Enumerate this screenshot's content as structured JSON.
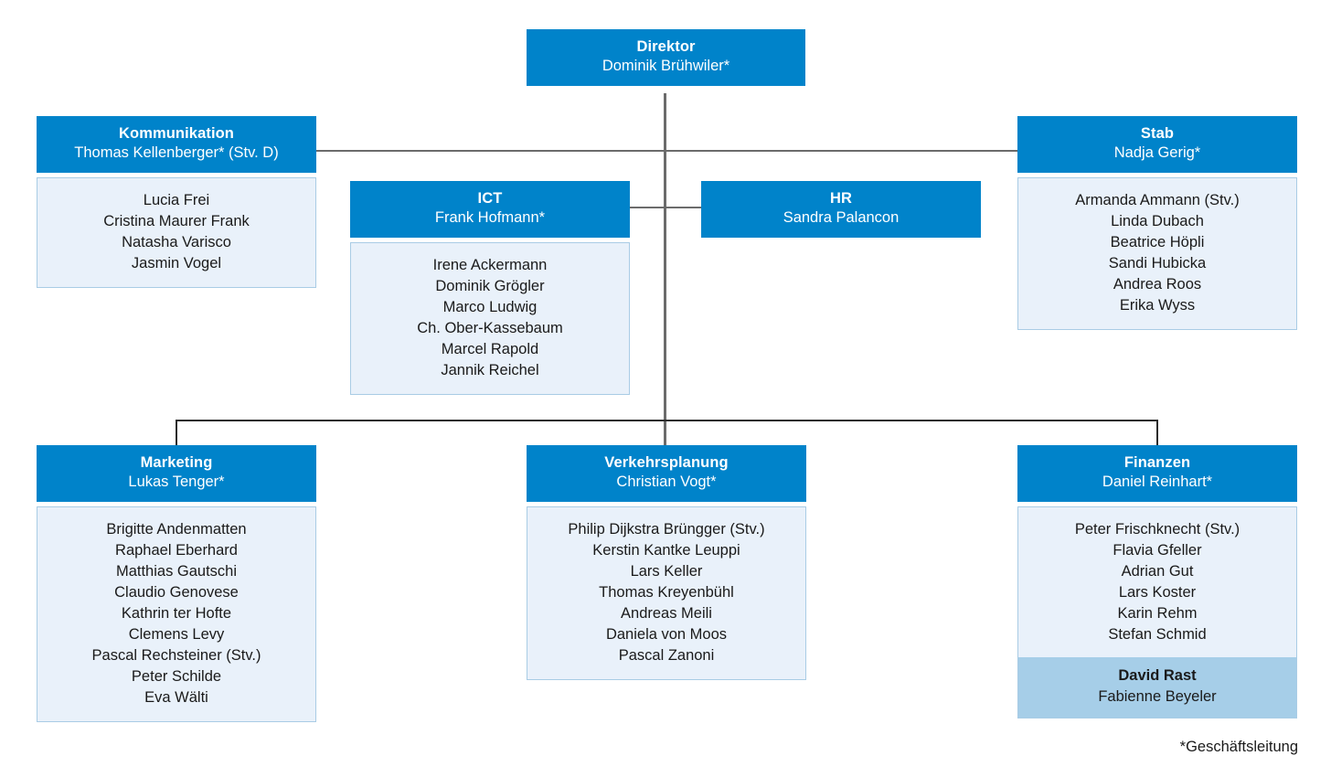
{
  "chart": {
    "type": "org-chart",
    "footnote": "*Geschäftsleitung",
    "colors": {
      "header_blue": "#0083ca",
      "list_blue": "#e9f1fa",
      "list_border": "#a9cce5",
      "highlight_blue": "#a6cee8",
      "connector_gray": "#6b6b6b",
      "connector_dark": "#2b2b2b"
    }
  },
  "director": {
    "title": "Direktor",
    "lead": "Dominik Brühwiler*"
  },
  "units": {
    "kommunikation": {
      "title": "Kommunikation",
      "lead": "Thomas Kellenberger* (Stv. D)",
      "members": [
        "Lucia Frei",
        "Cristina Maurer Frank",
        "Natasha Varisco",
        "Jasmin Vogel"
      ]
    },
    "ict": {
      "title": "ICT",
      "lead": "Frank Hofmann*",
      "members": [
        "Irene Ackermann",
        "Dominik Grögler",
        "Marco Ludwig",
        "Ch. Ober-Kassebaum",
        "Marcel Rapold",
        "Jannik Reichel"
      ]
    },
    "hr": {
      "title": "HR",
      "lead": "Sandra Palancon",
      "members": []
    },
    "stab": {
      "title": "Stab",
      "lead": "Nadja Gerig*",
      "members": [
        "Armanda Ammann (Stv.)",
        "Linda Dubach",
        "Beatrice Höpli",
        "Sandi Hubicka",
        "Andrea Roos",
        "Erika Wyss"
      ]
    },
    "marketing": {
      "title": "Marketing",
      "lead": "Lukas Tenger*",
      "members": [
        "Brigitte Andenmatten",
        "Raphael Eberhard",
        "Matthias Gautschi",
        "Claudio Genovese",
        "Kathrin ter Hofte",
        "Clemens Levy",
        "Pascal Rechsteiner (Stv.)",
        "Peter Schilde",
        "Eva Wälti"
      ]
    },
    "verkehrsplanung": {
      "title": "Verkehrsplanung",
      "lead": "Christian Vogt*",
      "members": [
        "Philip Dijkstra Brüngger (Stv.)",
        "Kerstin Kantke Leuppi",
        "Lars Keller",
        "Thomas Kreyenbühl",
        "Andreas Meili",
        "Daniela von Moos",
        "Pascal Zanoni"
      ]
    },
    "finanzen": {
      "title": "Finanzen",
      "lead": "Daniel Reinhart*",
      "members": [
        "Peter Frischknecht (Stv.)",
        "Flavia Gfeller",
        "Adrian Gut",
        "Lars Koster",
        "Karin Rehm",
        "Stefan Schmid"
      ],
      "highlight_members": [
        {
          "name": "David Rast",
          "bold": true
        },
        {
          "name": "Fabienne Beyeler",
          "bold": false
        }
      ]
    }
  }
}
